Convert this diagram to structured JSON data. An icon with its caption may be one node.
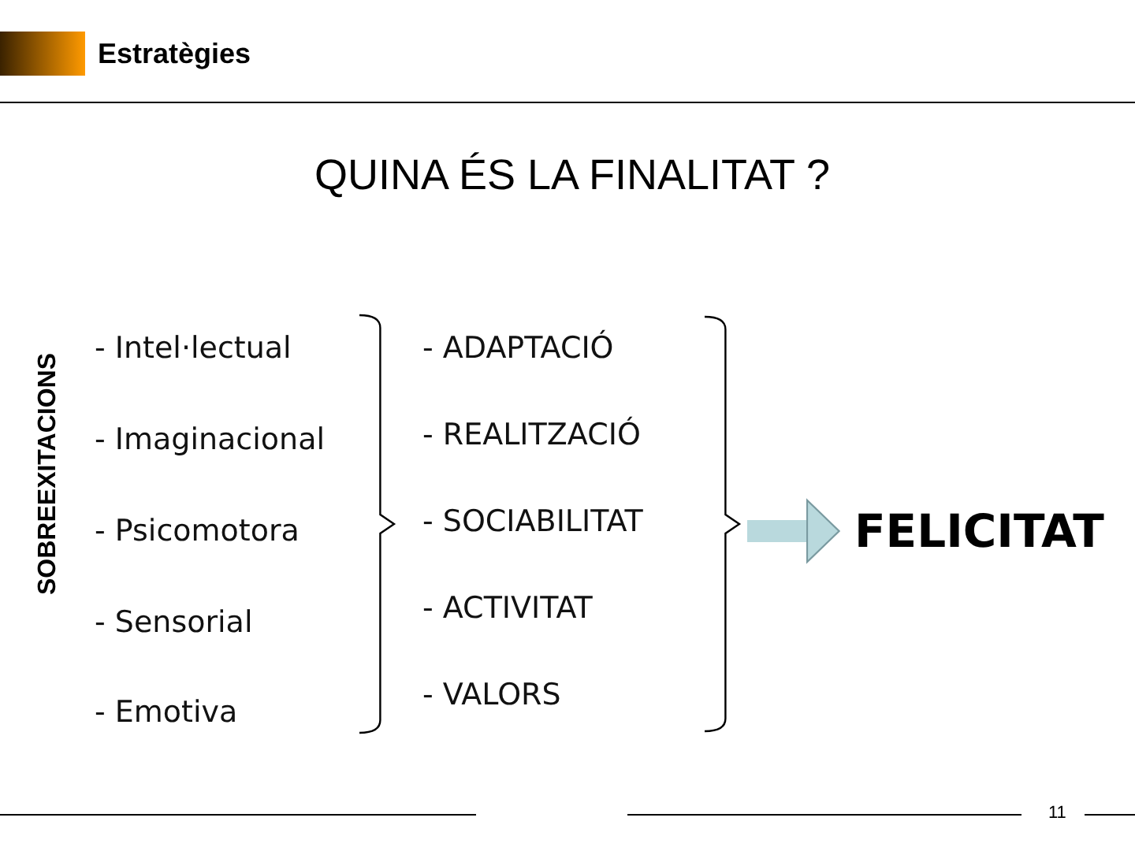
{
  "diagram": {
    "title": "QUINA ÉS LA FINALITAT ?",
    "nodes": [
      {
        "text": [
          "- ADAPTACIÓ",
          "- REALITZACIÓ",
          "- SOCIABILITAT",
          "- ACTIVITAT",
          "- VALORS"
        ]
      },
      {
        "text": [
          "FELICITAT"
        ]
      }
    ],
    "edges": [
      {
        "from": 0,
        "to": 1,
        "arrow": "to"
      }
    ],
    "labels": [
      "Estratègies",
      "SOBREEXITACIONS",
      "- Intel·lectual",
      "- Imaginacional",
      "- Psicomotora",
      "- Sensorial",
      "- Emotiva",
      "11"
    ]
  }
}
